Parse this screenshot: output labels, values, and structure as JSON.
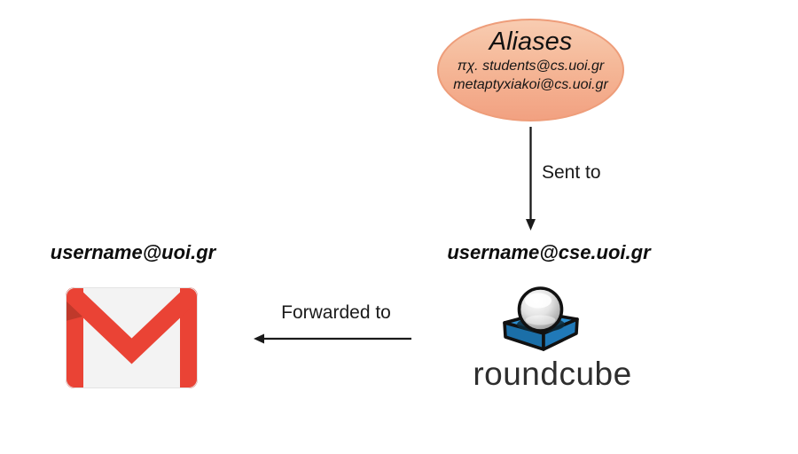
{
  "diagram": {
    "aliases_node": {
      "title": "Aliases",
      "example_1": "πχ. students@cs.uoi.gr",
      "example_2": "metaptyxiakoi@cs.uoi.gr"
    },
    "sent_flow": {
      "label": "Sent to"
    },
    "cse_mailbox": {
      "address": "username@cse.uoi.gr",
      "wordmark": "roundcube"
    },
    "forward_flow": {
      "label": "Forwarded to"
    },
    "uoi_mailbox": {
      "address": "username@uoi.gr"
    },
    "colors": {
      "ellipse_top": "#f8ccb1",
      "ellipse_bottom": "#f2a181",
      "ellipse_border": "#ee9d7a",
      "arrow": "#1a1a1a",
      "text": "#111111",
      "gmail_red": "#ea4335",
      "gmail_fold": "#c0392b",
      "gmail_body": "#f3f3f3",
      "gmail_border": "#e3e3e3",
      "roundcube_top": "#2e8fd0",
      "roundcube_left": "#1b6fa8",
      "roundcube_right": "#2079b8",
      "roundcube_outline": "#111111",
      "wordmark_color": "#2e2e2e"
    }
  }
}
